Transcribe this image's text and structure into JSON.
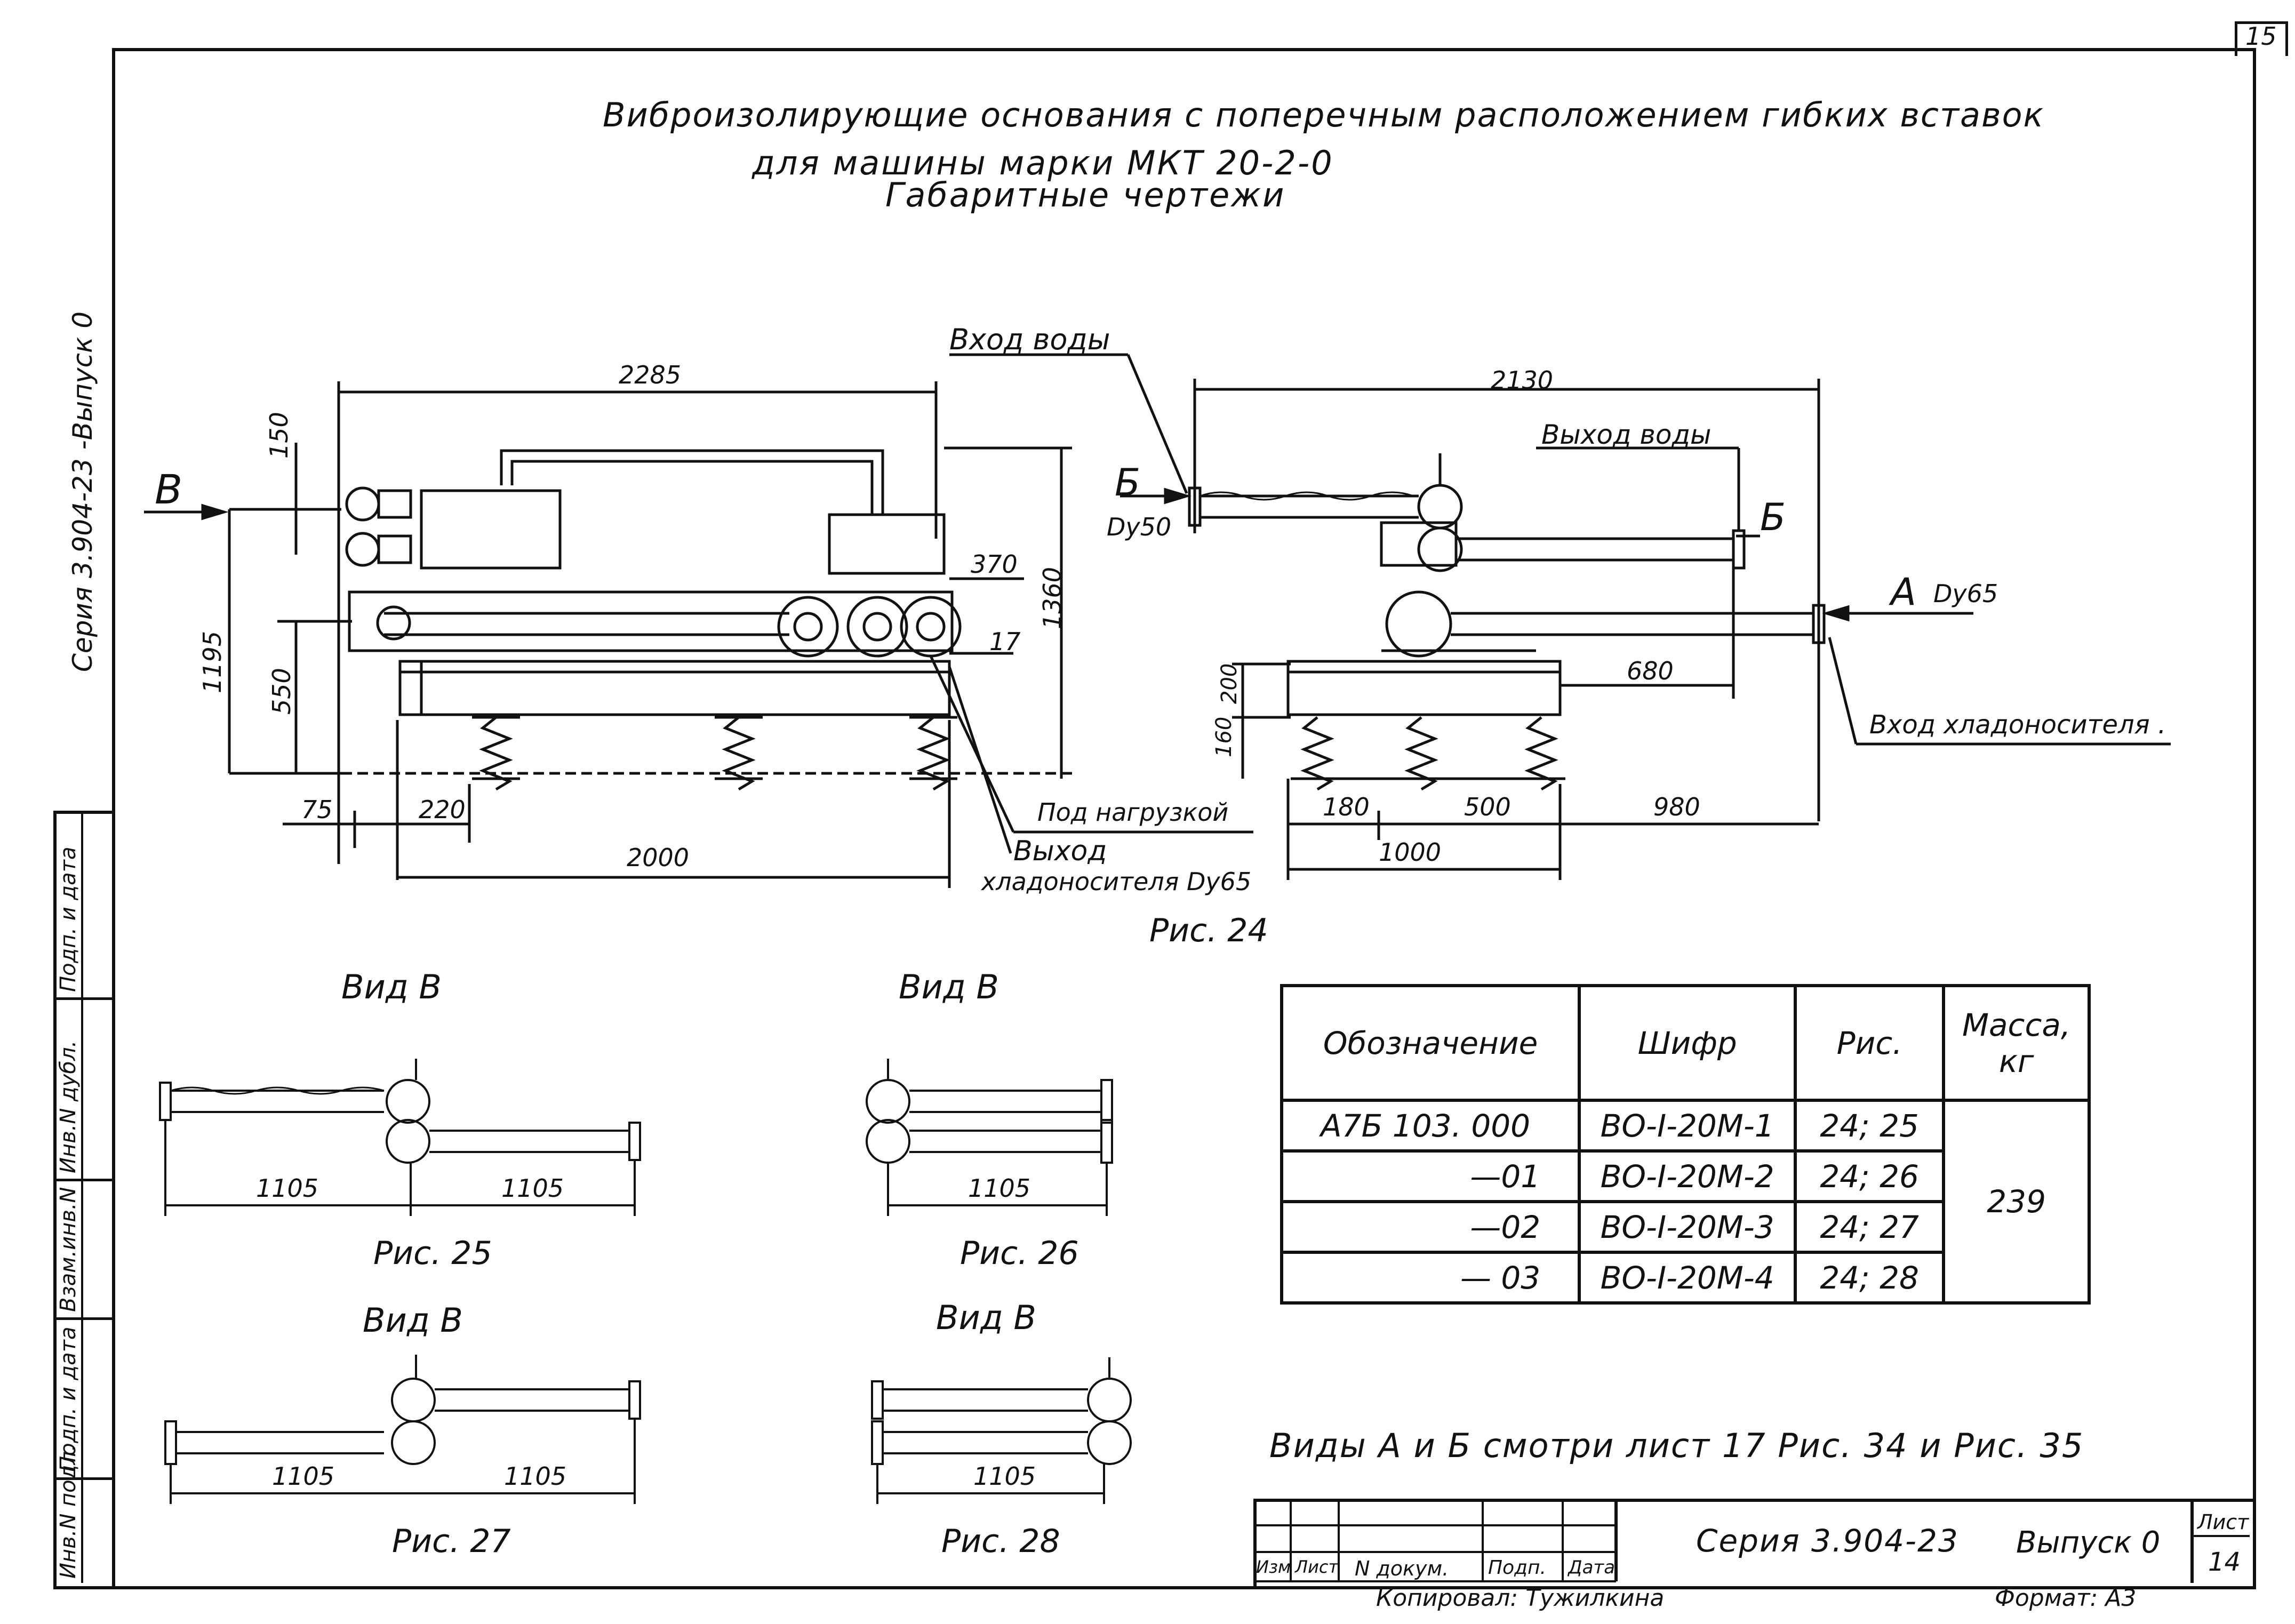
{
  "sheet_corner": "15",
  "title": {
    "line1": "Виброизолирующие основания с поперечным расположением гибких вставок",
    "line2": "для машины марки МКТ 20-2-0",
    "line3": "Габаритные чертежи"
  },
  "side_series": "Серия 3.904-23 -Выпуск 0",
  "left_stamp": [
    "Инв.N подл.",
    "Подп. и дата",
    "Взам.инв.N",
    "Инв.N дубл.",
    "Подп. и дата"
  ],
  "fig24": {
    "label": "Рис. 24",
    "dims": {
      "d2285": "2285",
      "d150": "150",
      "d1195": "1195",
      "d550": "550",
      "d1360": "1360",
      "d370": "370",
      "d17": "17",
      "d75": "75",
      "d220": "220",
      "d2000": "2000",
      "d2130": "2130",
      "d680": "680",
      "d200": "200",
      "d160": "160",
      "d180": "180",
      "d500": "500",
      "d980": "980",
      "d1000": "1000"
    },
    "labels": {
      "water_in": "Вход воды",
      "water_out": "Выход воды",
      "view_v": "В",
      "section_b_left": "Б",
      "section_b_right": "Б",
      "dy50": "Dy50",
      "section_a": "А",
      "dy65": "Dy65",
      "under_load": "Под нагрузкой",
      "coolant_out_1": "Выход",
      "coolant_out_2": "хладоносителя Dy65",
      "coolant_in": "Вход хладоносителя ."
    }
  },
  "views": [
    {
      "title": "Вид В",
      "caption": "Рис. 25",
      "dims": [
        "1105",
        "1105"
      ]
    },
    {
      "title": "Вид В",
      "caption": "Рис. 26",
      "dims": [
        "1105"
      ]
    },
    {
      "title": "Вид В",
      "caption": "Рис. 27",
      "dims": [
        "1105",
        "1105"
      ]
    },
    {
      "title": "Вид В",
      "caption": "Рис. 28",
      "dims": [
        "1105"
      ]
    }
  ],
  "spec_table": {
    "headers": [
      "Обозначение",
      "Шифр",
      "Рис.",
      "Масса, кг"
    ],
    "rows": [
      [
        "А7Б 103. 000",
        "ВО-I-20М-1",
        "24; 25"
      ],
      [
        "—01",
        "ВО-I-20М-2",
        "24; 26"
      ],
      [
        "—02",
        "ВО-I-20М-3",
        "24; 27"
      ],
      [
        "— 03",
        "ВО-I-20М-4",
        "24; 28"
      ]
    ],
    "mass": "239"
  },
  "note": "Виды А и Б смотри лист 17 Рис. 34 и Рис. 35",
  "title_block": {
    "columns": [
      "Изм",
      "Лист",
      "N докум.",
      "Подп.",
      "Дата"
    ],
    "series": "Серия 3.904-23",
    "issue": "Выпуск 0",
    "sheet_label": "Лист",
    "sheet_number": "14",
    "copied_by": "Копировал: Тужилкина",
    "format": "Формат: А3"
  }
}
